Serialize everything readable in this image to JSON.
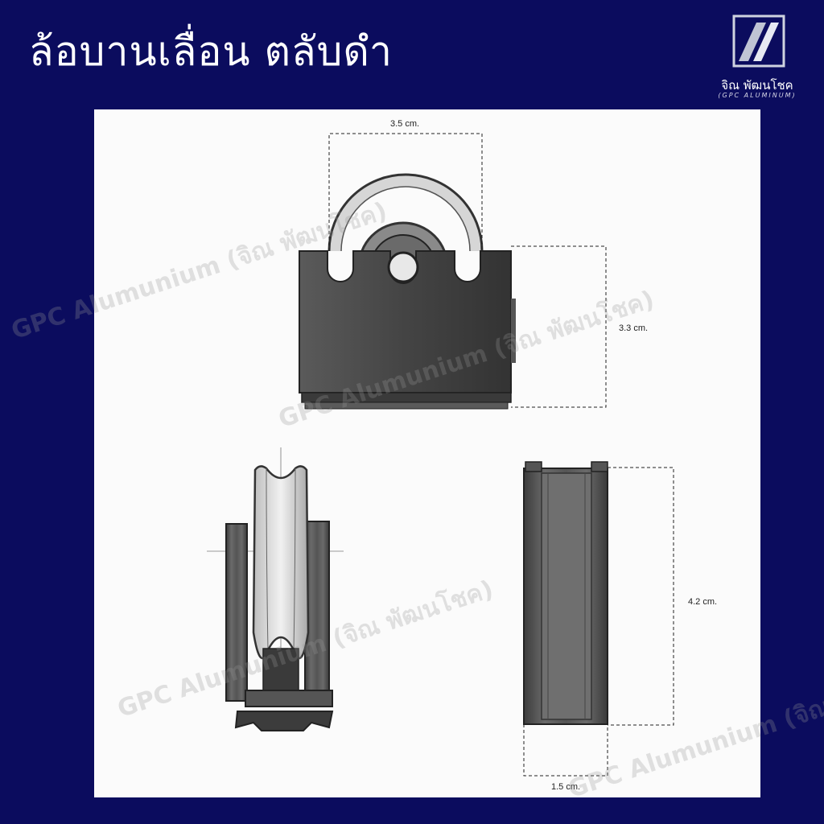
{
  "header": {
    "title": "ล้อบานเลื่อน ตลับดำ"
  },
  "brand": {
    "name": "จิณ พัฒนโชค",
    "subtitle": "(GPC ALUMINUM)"
  },
  "watermark": {
    "text": "GPC Alumunium (จิณ พัฒนโชค)"
  },
  "dimensions": {
    "width_top": "3.5 cm.",
    "height_front": "3.3 cm.",
    "height_side": "4.2 cm.",
    "width_side": "1.5 cm."
  },
  "colors": {
    "background": "#0b0c5e",
    "sheet": "#fbfbfb",
    "part": "#4a4a4a"
  }
}
